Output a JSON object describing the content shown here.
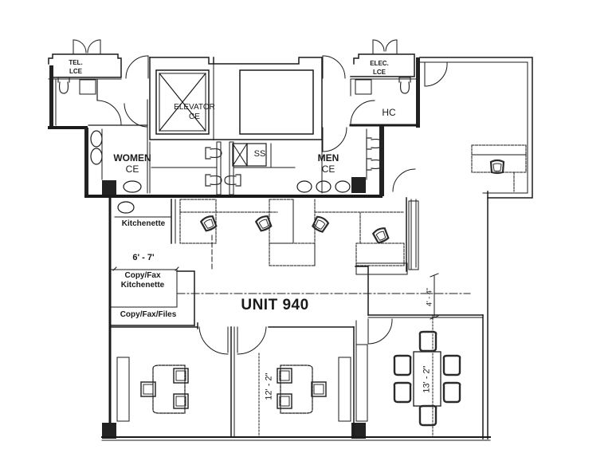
{
  "plan": {
    "title": "UNIT 940",
    "colors": {
      "wall": "#1a1a1a",
      "line": "#2a2a2a",
      "background": "#ffffff",
      "fill_dark": "#222222"
    }
  },
  "rooms": {
    "tel_closet": {
      "line1": "TEL.",
      "line2": "LCE"
    },
    "elec_closet": {
      "line1": "ELEC.",
      "line2": "LCE"
    },
    "elevator": {
      "line1": "ELEVATOR",
      "line2": "CE"
    },
    "hc": {
      "label": "HC"
    },
    "women": {
      "line1": "WOMEN",
      "line2": "CE"
    },
    "men": {
      "line1": "MEN",
      "line2": "CE"
    },
    "service_sink": {
      "label": "SS"
    },
    "kitchenette": {
      "label": "Kitchenette"
    },
    "copy_fax_kitchenette": {
      "line1": "Copy/Fax",
      "line2": "Kitchenette"
    },
    "copy_fax_files": {
      "label": "Copy/Fax/Files"
    }
  },
  "dimensions": {
    "kitchen_width": "6' - 7'",
    "office_depth": "12' - 2\"",
    "conference_length": "13' - 2\"",
    "corridor_width": "4' - 4\""
  },
  "icons": {
    "elevator": "elevator-x-icon",
    "chair": "office-chair-icon",
    "toilet": "toilet-icon",
    "sink": "sink-icon",
    "door": "door-swing-icon",
    "desk": "desk-icon",
    "conference_table": "conference-table-icon"
  }
}
